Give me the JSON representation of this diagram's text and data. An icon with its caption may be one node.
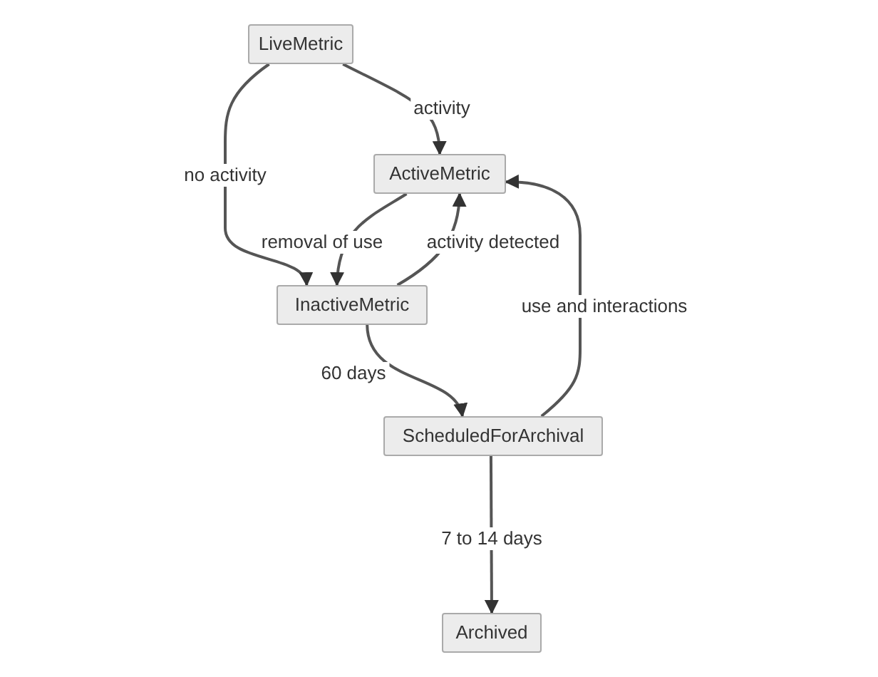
{
  "diagram": {
    "nodes": [
      {
        "text": [
          "LiveMetric"
        ]
      },
      {
        "text": [
          "ActiveMetric"
        ]
      },
      {
        "text": [
          "InactiveMetric"
        ]
      },
      {
        "text": [
          "ScheduledForArchival"
        ]
      },
      {
        "text": [
          "Archived"
        ]
      }
    ],
    "edges": [
      {
        "from": 0,
        "to": 1,
        "arrow": "to",
        "label": "activity"
      },
      {
        "from": 0,
        "to": 2,
        "arrow": "to",
        "label": "no activity"
      },
      {
        "from": 1,
        "to": 2,
        "arrow": "to",
        "label": "removal of use"
      },
      {
        "from": 2,
        "to": 1,
        "arrow": "to",
        "label": "activity detected"
      },
      {
        "from": 2,
        "to": 3,
        "arrow": "to",
        "label": "60 days"
      },
      {
        "from": 3,
        "to": 1,
        "arrow": "to",
        "label": "use and interactions"
      },
      {
        "from": 3,
        "to": 4,
        "arrow": "to",
        "label": "7 to 14 days"
      }
    ]
  }
}
